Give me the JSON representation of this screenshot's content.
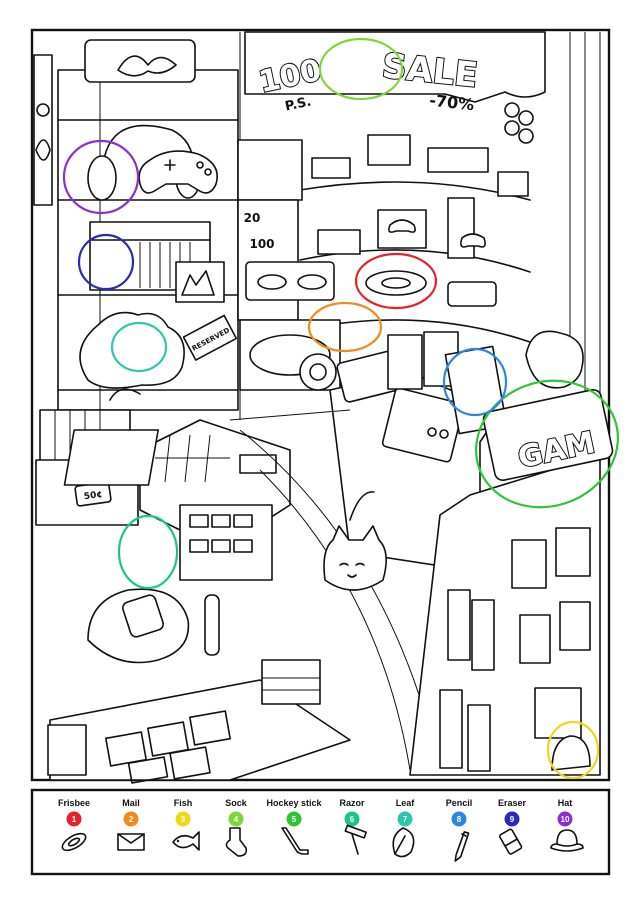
{
  "sign": {
    "price_big": "100",
    "price_small": "P.S.",
    "sale_word": "SALE",
    "discount": "-70%"
  },
  "game_sign": {
    "text": "GAM"
  },
  "shelf_labels": {
    "score_a": "20",
    "score_b": "100",
    "reserved": "RESERVED"
  },
  "price_box": {
    "price": "50¢"
  },
  "found_circles": [
    {
      "item": "Frisbee",
      "number": 1,
      "color": "#e8202a"
    },
    {
      "item": "Mail",
      "number": 2,
      "color": "#f08a1c"
    },
    {
      "item": "Fish",
      "number": 3,
      "color": "#ecd81a"
    },
    {
      "item": "Sock",
      "number": 4,
      "color": "#7fd63a"
    },
    {
      "item": "Hockey stick",
      "number": 5,
      "color": "#2fc43a"
    },
    {
      "item": "Razor",
      "number": 6,
      "color": "#21c28a"
    },
    {
      "item": "Leaf",
      "number": 7,
      "color": "#2ec6b0"
    },
    {
      "item": "Pencil",
      "number": 8,
      "color": "#2f86e0"
    },
    {
      "item": "Eraser",
      "number": 9,
      "color": "#2a2ab8"
    },
    {
      "item": "Hat",
      "number": 10,
      "color": "#8a2fd0"
    }
  ],
  "key_items": [
    {
      "label": "Frisbee",
      "number": "1",
      "color": "#e8202a",
      "icon": "frisbee-icon"
    },
    {
      "label": "Mail",
      "number": "2",
      "color": "#f08a1c",
      "icon": "mail-icon"
    },
    {
      "label": "Fish",
      "number": "3",
      "color": "#ecd81a",
      "icon": "fish-icon"
    },
    {
      "label": "Sock",
      "number": "4",
      "color": "#7fd63a",
      "icon": "sock-icon"
    },
    {
      "label": "Hockey stick",
      "number": "5",
      "color": "#2fc43a",
      "icon": "hockey-stick-icon"
    },
    {
      "label": "Razor",
      "number": "6",
      "color": "#21c28a",
      "icon": "razor-icon"
    },
    {
      "label": "Leaf",
      "number": "7",
      "color": "#2ec6b0",
      "icon": "leaf-icon"
    },
    {
      "label": "Pencil",
      "number": "8",
      "color": "#2f86e0",
      "icon": "pencil-icon"
    },
    {
      "label": "Eraser",
      "number": "9",
      "color": "#2a2ab8",
      "icon": "eraser-icon"
    },
    {
      "label": "Hat",
      "number": "10",
      "color": "#8a2fd0",
      "icon": "hat-icon"
    }
  ]
}
